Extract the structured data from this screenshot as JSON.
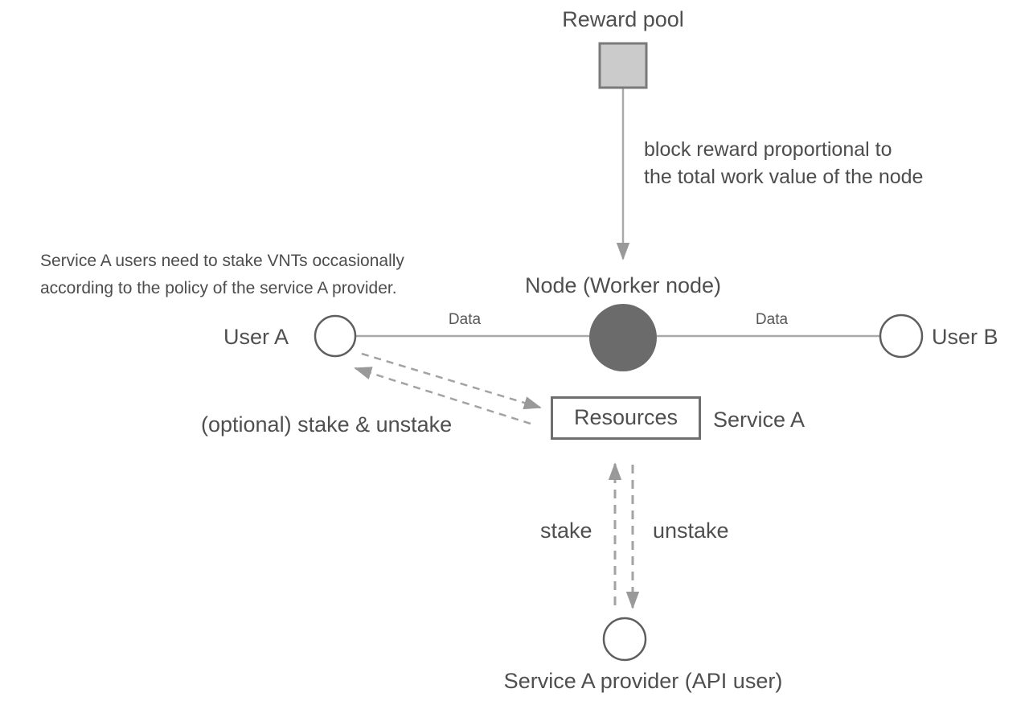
{
  "diagram": {
    "reward_pool": {
      "label": "Reward pool"
    },
    "block_reward_caption": "block reward proportional to\nthe total work value of the node",
    "node": {
      "label": "Node (Worker node)"
    },
    "user_a": {
      "label": "User A"
    },
    "user_b": {
      "label": "User B"
    },
    "provider": {
      "label": "Service A provider (API user)"
    },
    "resources": {
      "label": "Resources"
    },
    "service_a": {
      "label": "Service A"
    },
    "side_note": "Service A users need to stake VNTs occasionally\naccording to the policy of the service A provider.",
    "edges": {
      "data_left": "Data",
      "data_right": "Data",
      "optional_stake": "(optional) stake & unstake",
      "stake": "stake",
      "unstake": "unstake"
    }
  },
  "colors": {
    "background": "#ffffff",
    "text": "#4f4f4f",
    "solid_line": "#a9a9a9",
    "dashed_line": "#a3a3a3",
    "arrowhead": "#999999",
    "reward_square_fill": "#cbcbcb",
    "reward_square_border": "#7a7a7a",
    "node_fill": "#6b6b6b",
    "circle_stroke": "#5e5e5e",
    "circle_fill": "#ffffff",
    "resources_border": "#6e6e6e"
  }
}
